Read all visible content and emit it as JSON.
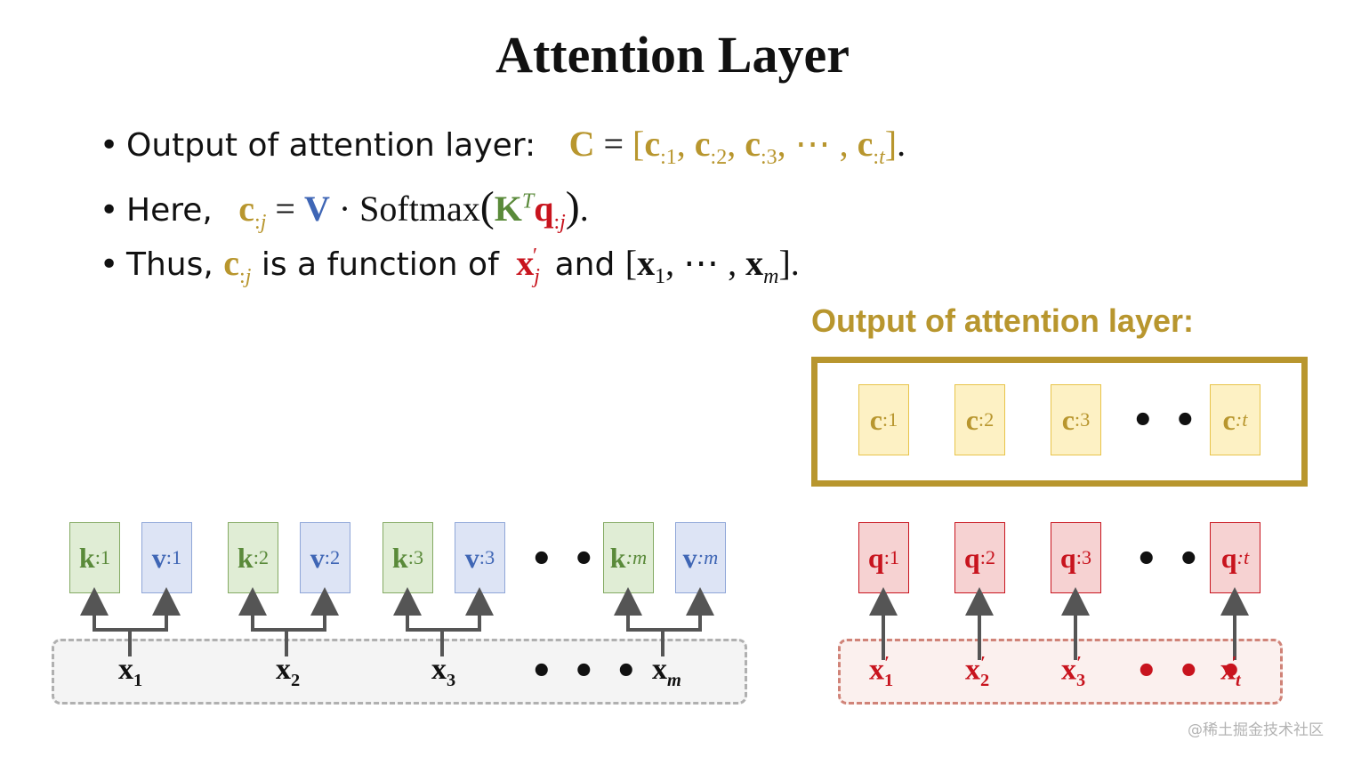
{
  "title": "Attention Layer",
  "bullets": {
    "b1_text": "Output of attention layer:",
    "b2_text": "Here,",
    "b3_text_1": "Thus,",
    "b3_text_2": "is a function of",
    "b3_text_3": "and"
  },
  "output_title": "Output of attention layer:",
  "c_cells": [
    ":1",
    ":2",
    ":3",
    ":t"
  ],
  "k_cells": [
    ":1",
    ":2",
    ":3",
    ":m"
  ],
  "v_cells": [
    ":1",
    ":2",
    ":3",
    ":m"
  ],
  "q_cells": [
    ":1",
    ":2",
    ":3",
    ":t"
  ],
  "x_inputs": [
    "1",
    "2",
    "3",
    "m"
  ],
  "x_prime_inputs": [
    "1",
    "2",
    "3",
    "t"
  ],
  "ellipsis": "• • •",
  "watermark": "@稀土掘金技术社区",
  "colors": {
    "context": "#b8962e",
    "key": "#5a8a3a",
    "value": "#3f66b5",
    "query": "#c8141e"
  }
}
